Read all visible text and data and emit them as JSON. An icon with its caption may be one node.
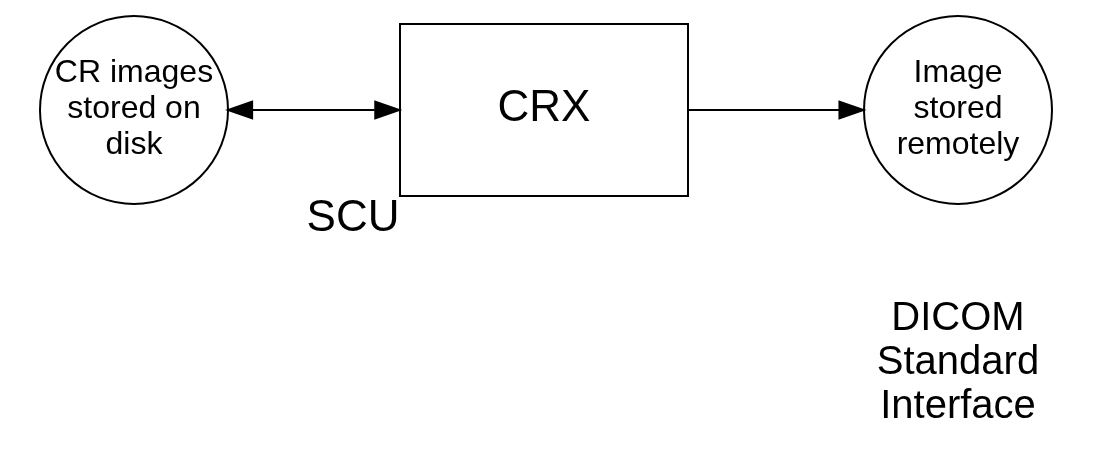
{
  "diagram": {
    "nodes": [
      {
        "text": [
          "CR images stored on disk"
        ]
      },
      {
        "text": [
          "CRX"
        ],
        "beside": [
          "SCU"
        ]
      },
      {
        "text": [
          "Image stored remotely"
        ]
      }
    ],
    "edges": [
      {
        "from": 0,
        "to": 1,
        "arrow": "both"
      },
      {
        "from": 1,
        "to": 2,
        "arrow": "to"
      }
    ],
    "labels": [
      "DICOM Standard Interface"
    ]
  }
}
